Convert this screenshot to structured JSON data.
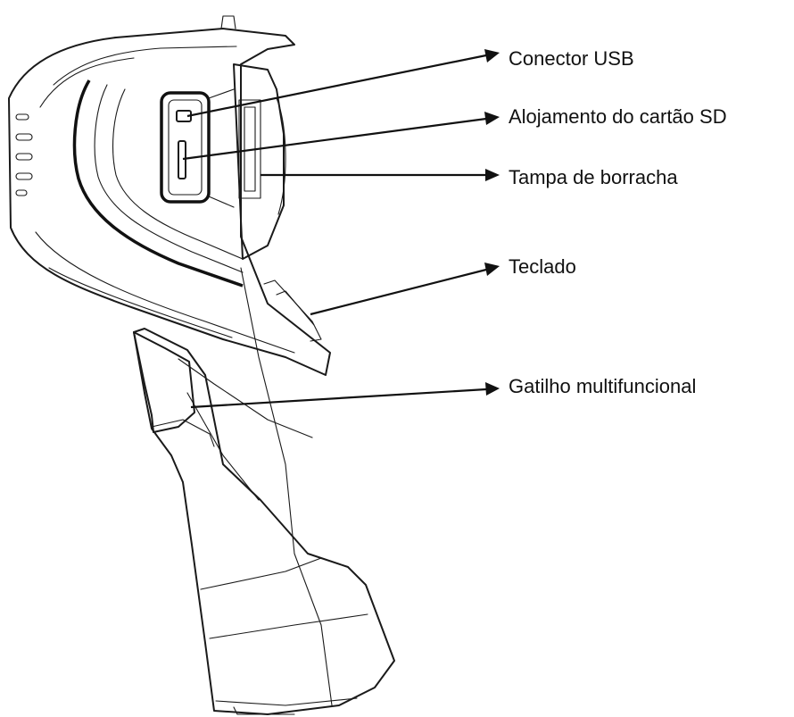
{
  "labels": {
    "usb": "Conector USB",
    "sd": "Alojamento do cartão SD",
    "tampa": "Tampa de borracha",
    "teclado": "Teclado",
    "gatilho": "Gatilho multifuncional"
  },
  "colors": {
    "line": "#111111",
    "background": "#ffffff"
  }
}
